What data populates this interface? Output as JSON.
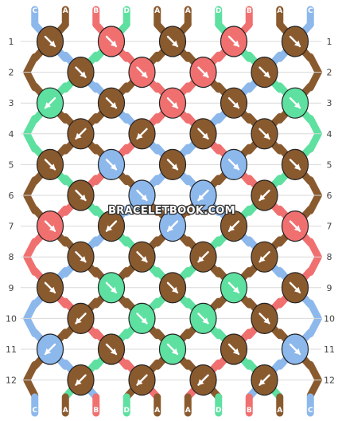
{
  "colors": {
    "A": "#8a5a2f",
    "B": "#f07070",
    "C": "#8db8ec",
    "D": "#5ee0a0"
  },
  "threads_top": [
    "C",
    "A",
    "B",
    "D",
    "A",
    "A",
    "D",
    "B",
    "A",
    "C"
  ],
  "threads_bottom": [
    "C",
    "A",
    "B",
    "D",
    "A",
    "A",
    "D",
    "B",
    "A",
    "C"
  ],
  "rows": [
    "1",
    "2",
    "3",
    "4",
    "5",
    "6",
    "7",
    "8",
    "9",
    "10",
    "11",
    "12"
  ],
  "knots": [
    [
      "A:fw",
      "B:fw",
      "A:fw",
      "B:fw",
      "A:fw"
    ],
    [
      "A:fw",
      "B:fw",
      "B:fw",
      "A:fw"
    ],
    [
      "D:bw",
      "A:fw",
      "B:fw",
      "A:fw",
      "D:fw"
    ],
    [
      "A:bw",
      "A:bw",
      "A:fw",
      "A:fw"
    ],
    [
      "A:fw",
      "C:fw",
      "A:fw",
      "C:fw",
      "A:fw"
    ],
    [
      "A:fw",
      "C:fw",
      "C:bw",
      "A:bw"
    ],
    [
      "B:fw",
      "A:bw",
      "C:bw",
      "A:bw",
      "B:fw"
    ],
    [
      "A:fw",
      "A:fw",
      "A:bw",
      "A:bw"
    ],
    [
      "A:fw",
      "D:fw",
      "A:fw",
      "D:fw",
      "A:fw"
    ],
    [
      "A:bw",
      "D:fw",
      "D:fw",
      "A:fw"
    ],
    [
      "C:bw",
      "A:fw",
      "D:fw",
      "A:fw",
      "C:fw"
    ],
    [
      "A:bw",
      "A:bw",
      "A:bw",
      "A:bw"
    ]
  ],
  "watermark": "BRACELETBOOK.COM"
}
